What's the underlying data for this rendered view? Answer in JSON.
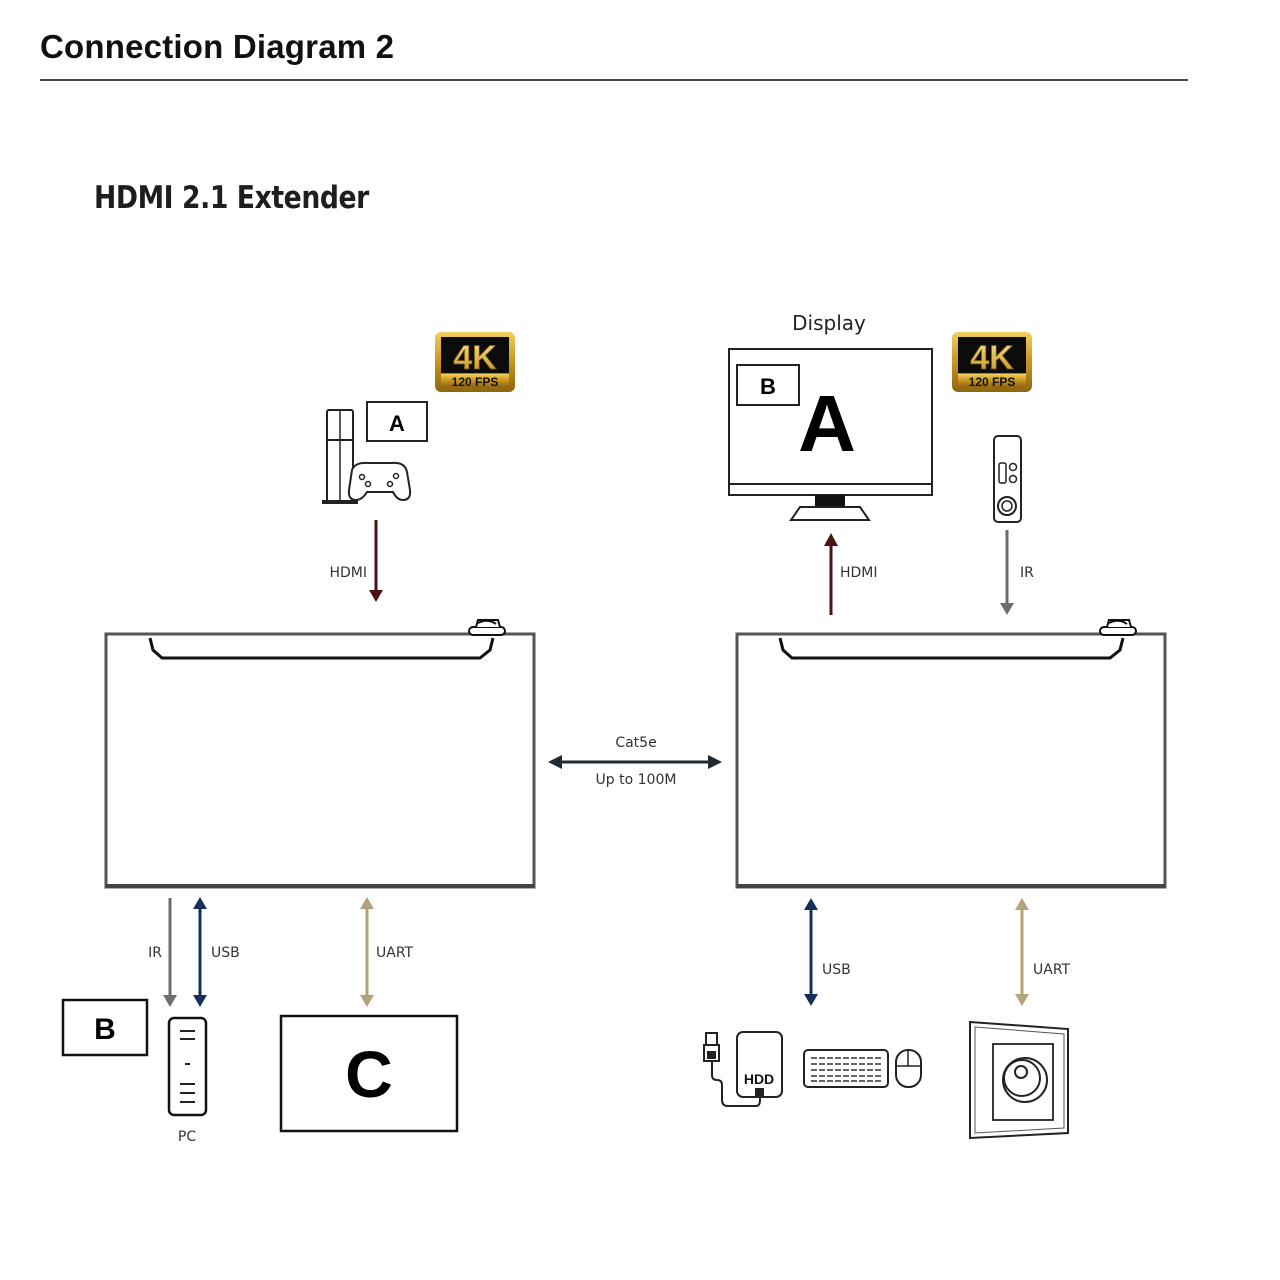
{
  "header": {
    "title": "Connection Diagram 2"
  },
  "diagram": {
    "subtitle": "HDMI 2.1 Extender",
    "badges": [
      {
        "main": "4K",
        "sub": "120 FPS"
      },
      {
        "main": "4K",
        "sub": "120 FPS"
      }
    ],
    "transmitter": {
      "source_label": "A",
      "hdmi_label": "HDMI",
      "ir_label": "IR",
      "usb_label": "USB",
      "uart_label": "UART",
      "pc_box_label": "B",
      "pc_label": "PC",
      "control_box_label": "C"
    },
    "link": {
      "cable_label": "Cat5e",
      "distance_label": "Up to 100M"
    },
    "receiver": {
      "display_label": "Display",
      "display_main": "A",
      "display_pip": "B",
      "hdmi_label": "HDMI",
      "ir_label": "IR",
      "usb_label": "USB",
      "uart_label": "UART",
      "hdd_label": "HDD"
    },
    "colors": {
      "hdmi": "#4a1414",
      "ir": "#6e6e6e",
      "usb": "#15305a",
      "uart": "#b5a27c",
      "link": "#1f2a33",
      "badge_gold": "#d4a62a",
      "badge_dark": "#0c0c0c"
    }
  }
}
